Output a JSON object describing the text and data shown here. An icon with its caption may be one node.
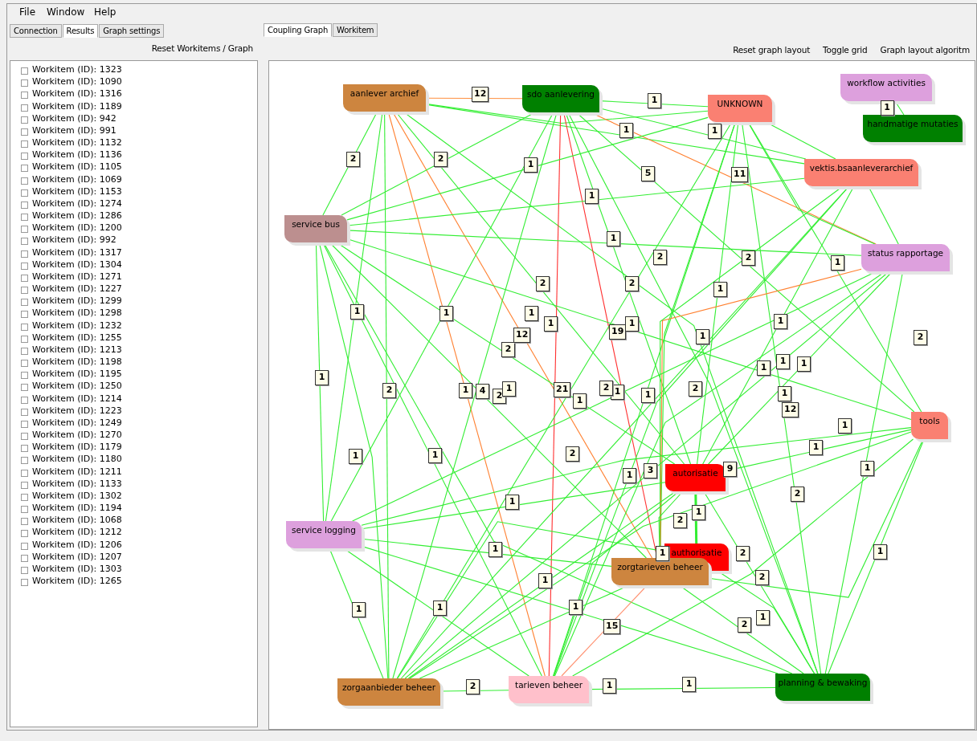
{
  "diagram": {
    "nodes": [
      {
        "text": [
          "aanlever archief"
        ]
      },
      {
        "text": [
          "sdo aanlevering"
        ]
      },
      {
        "text": [
          "UNKNOWN"
        ]
      },
      {
        "text": [
          "workflow activities"
        ]
      },
      {
        "text": [
          "handmatige mutaties"
        ]
      },
      {
        "text": [
          "vektis.bsaanleverarchief"
        ]
      },
      {
        "text": [
          "service bus"
        ]
      },
      {
        "text": [
          "status rapportage"
        ]
      },
      {
        "text": [
          "tools"
        ]
      },
      {
        "text": [
          "autorisatie"
        ]
      },
      {
        "text": [
          "service logging"
        ]
      },
      {
        "text": [
          "authorisatie"
        ]
      },
      {
        "text": [
          "zorgtarieven beheer"
        ]
      },
      {
        "text": [
          "zorgaanbieder beheer"
        ]
      },
      {
        "text": [
          "tarieven beheer"
        ]
      },
      {
        "text": [
          "planning & bewaking"
        ]
      }
    ],
    "edges": [
      {
        "from": 3,
        "to": 4,
        "arrow": "none",
        "label": "1"
      },
      {
        "from": 0,
        "to": 1,
        "arrow": "none",
        "color": "#ff9040"
      },
      {
        "from": 0,
        "to": 2,
        "arrow": "none"
      },
      {
        "from": 0,
        "to": 5,
        "arrow": "none"
      },
      {
        "from": 0,
        "to": 6,
        "arrow": "none"
      },
      {
        "from": 0,
        "to": 13,
        "arrow": "none"
      },
      {
        "from": 0,
        "to": 14,
        "arrow": "none",
        "color": "#ff8030"
      },
      {
        "from": 0,
        "to": 12,
        "arrow": "none",
        "color": "#ff8030"
      },
      {
        "from": 0,
        "to": 9,
        "arrow": "none"
      },
      {
        "from": 0,
        "to": 15,
        "arrow": "none"
      },
      {
        "from": 0,
        "to": 10,
        "arrow": "none"
      },
      {
        "from": 1,
        "to": 2,
        "arrow": "none"
      },
      {
        "from": 1,
        "to": 6,
        "arrow": "none"
      },
      {
        "from": 1,
        "to": 5,
        "arrow": "none"
      },
      {
        "from": 1,
        "to": 7,
        "arrow": "none",
        "color": "#ff8030"
      },
      {
        "from": 1,
        "to": 14,
        "arrow": "none",
        "color": "#ff3030"
      },
      {
        "from": 1,
        "to": 12,
        "arrow": "none",
        "color": "#ff3030"
      },
      {
        "from": 1,
        "to": 9,
        "arrow": "none"
      },
      {
        "from": 1,
        "to": 15,
        "arrow": "none"
      },
      {
        "from": 1,
        "to": 13,
        "arrow": "none"
      },
      {
        "from": 1,
        "to": 8,
        "arrow": "none"
      },
      {
        "from": 1,
        "to": 10,
        "arrow": "none"
      },
      {
        "from": 2,
        "to": 6,
        "arrow": "none"
      },
      {
        "from": 2,
        "to": 5,
        "arrow": "none"
      },
      {
        "from": 2,
        "to": 9,
        "arrow": "none"
      },
      {
        "from": 2,
        "to": 15,
        "arrow": "none"
      },
      {
        "from": 2,
        "to": 12,
        "arrow": "none"
      },
      {
        "from": 2,
        "to": 13,
        "arrow": "none"
      },
      {
        "from": 2,
        "to": 14,
        "arrow": "none"
      },
      {
        "from": 2,
        "to": 8,
        "arrow": "none"
      },
      {
        "from": 2,
        "to": 7,
        "arrow": "none"
      },
      {
        "from": 5,
        "to": 9,
        "arrow": "none"
      },
      {
        "from": 5,
        "to": 12,
        "arrow": "none"
      },
      {
        "from": 5,
        "to": 13,
        "arrow": "none"
      },
      {
        "from": 5,
        "to": 14,
        "arrow": "none"
      },
      {
        "from": 5,
        "to": 6,
        "arrow": "none"
      },
      {
        "from": 5,
        "to": 7,
        "arrow": "none"
      },
      {
        "from": 6,
        "to": 7,
        "arrow": "none"
      },
      {
        "from": 6,
        "to": 8,
        "arrow": "none"
      },
      {
        "from": 6,
        "to": 10,
        "arrow": "none"
      },
      {
        "from": 6,
        "to": 13,
        "arrow": "none"
      },
      {
        "from": 6,
        "to": 9,
        "arrow": "none"
      },
      {
        "from": 6,
        "to": 15,
        "arrow": "none"
      },
      {
        "from": 6,
        "to": 14,
        "arrow": "none"
      },
      {
        "from": 6,
        "to": 12,
        "arrow": "none"
      },
      {
        "from": 7,
        "to": 9,
        "arrow": "none"
      },
      {
        "from": 7,
        "to": 12,
        "arrow": "none",
        "color": "#ff8030"
      },
      {
        "from": 7,
        "to": 14,
        "arrow": "none"
      },
      {
        "from": 7,
        "to": 15,
        "arrow": "none"
      },
      {
        "from": 7,
        "to": 10,
        "arrow": "none"
      },
      {
        "from": 7,
        "to": 13,
        "arrow": "none"
      },
      {
        "from": 8,
        "to": 9,
        "arrow": "none"
      },
      {
        "from": 8,
        "to": 10,
        "arrow": "none"
      },
      {
        "from": 8,
        "to": 12,
        "arrow": "none"
      },
      {
        "from": 8,
        "to": 15,
        "arrow": "none"
      },
      {
        "from": 8,
        "to": 13,
        "arrow": "none"
      },
      {
        "from": 8,
        "to": 14,
        "arrow": "none"
      },
      {
        "from": 9,
        "to": 11,
        "arrow": "none",
        "style": "thick"
      },
      {
        "from": 9,
        "to": 10,
        "arrow": "none"
      },
      {
        "from": 9,
        "to": 13,
        "arrow": "none"
      },
      {
        "from": 9,
        "to": 14,
        "arrow": "none"
      },
      {
        "from": 9,
        "to": 15,
        "arrow": "none"
      },
      {
        "from": 9,
        "to": 12,
        "arrow": "none"
      },
      {
        "from": 10,
        "to": 13,
        "arrow": "none"
      },
      {
        "from": 10,
        "to": 14,
        "arrow": "none"
      },
      {
        "from": 10,
        "to": 15,
        "arrow": "none"
      },
      {
        "from": 10,
        "to": 12,
        "arrow": "none"
      },
      {
        "from": 11,
        "to": 15,
        "arrow": "none"
      },
      {
        "from": 11,
        "to": 13,
        "arrow": "none"
      },
      {
        "from": 12,
        "to": 13,
        "arrow": "none"
      },
      {
        "from": 12,
        "to": 14,
        "arrow": "none",
        "color": "#ff9070"
      },
      {
        "from": 12,
        "to": 15,
        "arrow": "none"
      },
      {
        "from": 13,
        "to": 14,
        "arrow": "none"
      },
      {
        "from": 14,
        "to": 15,
        "arrow": "none"
      }
    ],
    "labels": [
      "File",
      "Window",
      "Help",
      "Connection",
      "Results",
      "Graph settings",
      "Coupling Graph",
      "Workitem",
      "Reset Workitems / Graph",
      "Reset graph layout",
      "Toggle grid",
      "Graph layout algoritm",
      "Workitem (ID): 1323",
      "Workitem (ID): 1090",
      "Workitem (ID): 1316",
      "Workitem (ID): 1189",
      "Workitem (ID): 942",
      "Workitem (ID): 991",
      "Workitem (ID): 1132",
      "Workitem (ID): 1136",
      "Workitem (ID): 1105",
      "Workitem (ID): 1069",
      "Workitem (ID): 1153",
      "Workitem (ID): 1274",
      "Workitem (ID): 1286",
      "Workitem (ID): 1200",
      "Workitem (ID): 992",
      "Workitem (ID): 1317",
      "Workitem (ID): 1304",
      "Workitem (ID): 1271",
      "Workitem (ID): 1227",
      "Workitem (ID): 1299",
      "Workitem (ID): 1298",
      "Workitem (ID): 1232",
      "Workitem (ID): 1255",
      "Workitem (ID): 1213",
      "Workitem (ID): 1198",
      "Workitem (ID): 1195",
      "Workitem (ID): 1250",
      "Workitem (ID): 1214",
      "Workitem (ID): 1223",
      "Workitem (ID): 1249",
      "Workitem (ID): 1270",
      "Workitem (ID): 1179",
      "Workitem (ID): 1180",
      "Workitem (ID): 1211",
      "Workitem (ID): 1133",
      "Workitem (ID): 1302",
      "Workitem (ID): 1194",
      "Workitem (ID): 1068",
      "Workitem (ID): 1212",
      "Workitem (ID): 1206",
      "Workitem (ID): 1207",
      "Workitem (ID): 1303",
      "Workitem (ID): 1265",
      "12",
      "1",
      "1",
      "1",
      "2",
      "2",
      "1",
      "5",
      "11",
      "1",
      "1",
      "2",
      "2",
      "1",
      "2",
      "2",
      "1",
      "1",
      "1",
      "1",
      "1",
      "1",
      "12",
      "19",
      "1",
      "1",
      "2",
      "2",
      "1",
      "1",
      "1",
      "1",
      "1",
      "21",
      "2",
      "2",
      "1",
      "2",
      "4",
      "1",
      "1",
      "1",
      "2",
      "1",
      "12",
      "1",
      "1",
      "2",
      "1",
      "1",
      "1",
      "3",
      "9",
      "1",
      "2",
      "1",
      "1",
      "2",
      "1",
      "1",
      "1",
      "2",
      "2",
      "1",
      "1",
      "1",
      "1",
      "1",
      "2",
      "15",
      "1",
      "1",
      "2"
    ]
  }
}
